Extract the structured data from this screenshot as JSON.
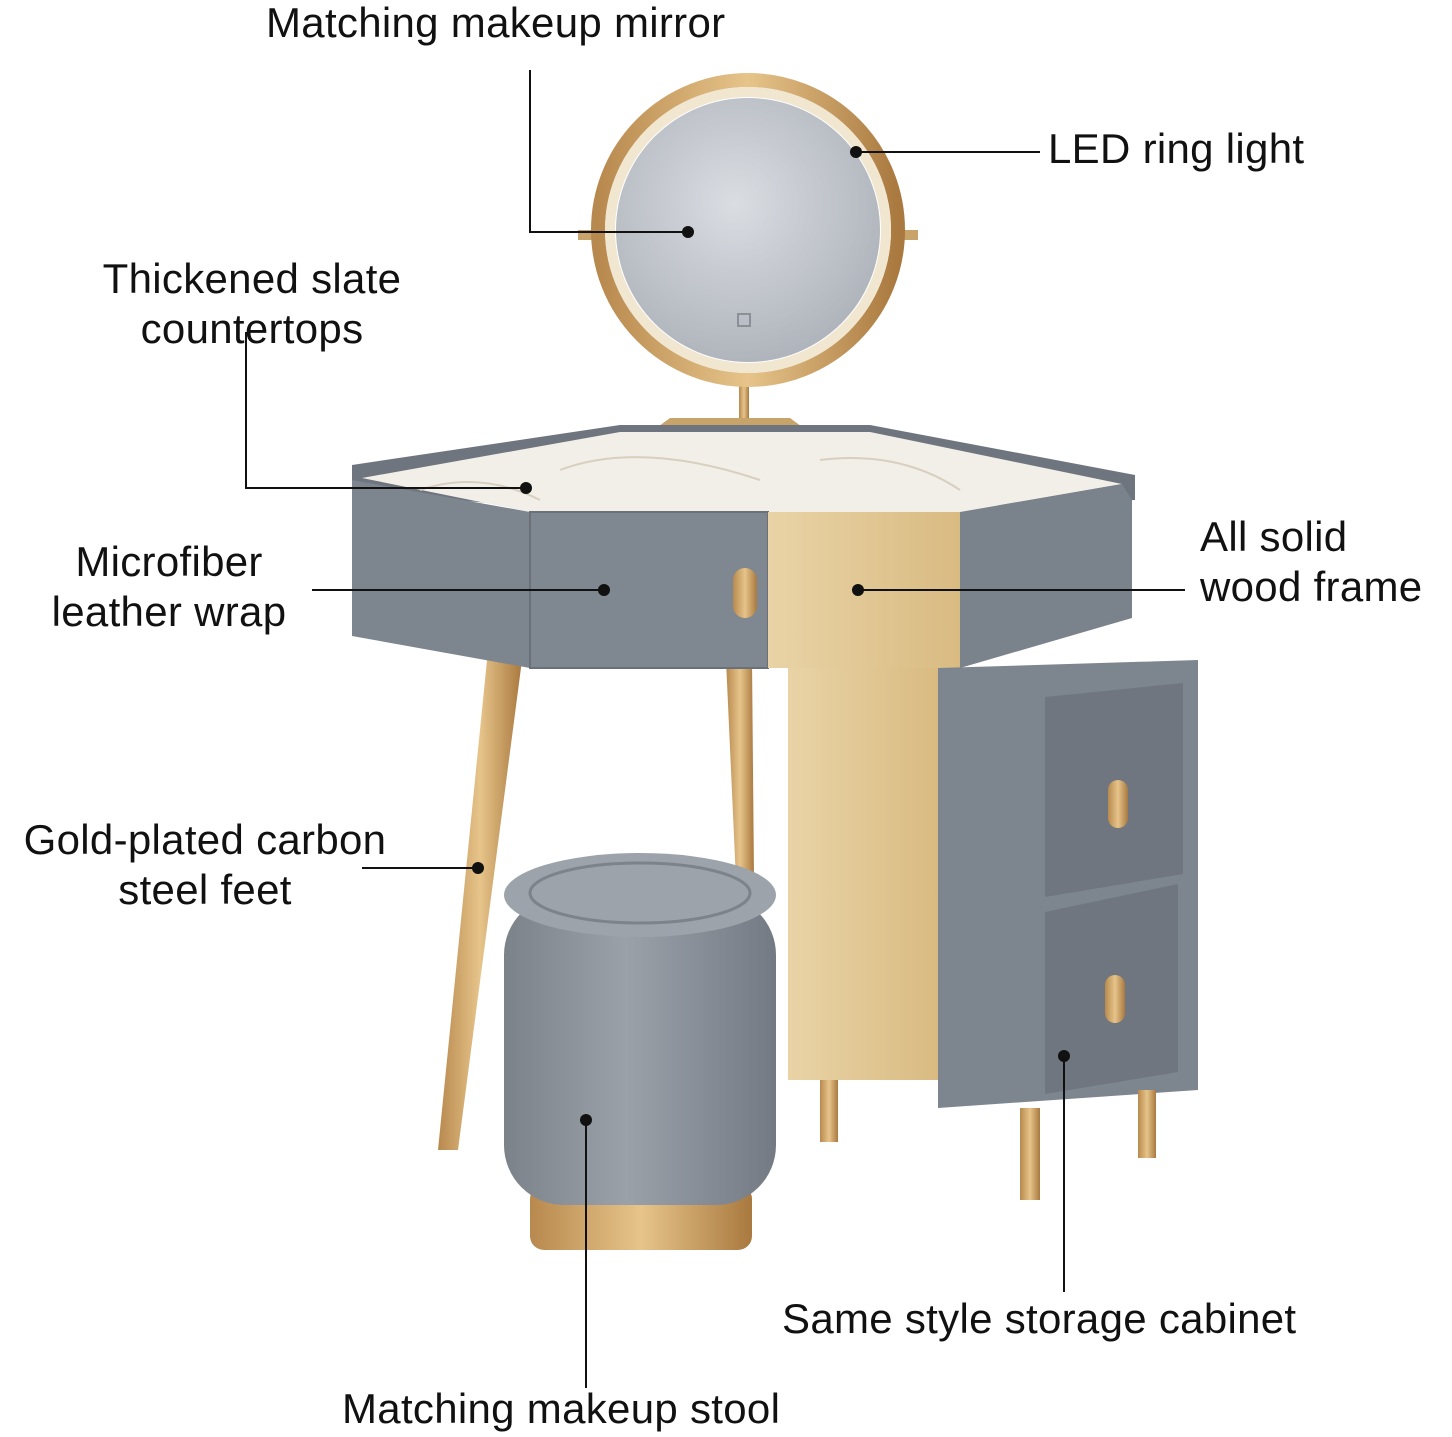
{
  "labels": {
    "mirror": "Matching makeup mirror",
    "led": "LED ring light",
    "slate": "Thickened slate\ncountertops",
    "leather": "Microfiber\nleather wrap",
    "wood": "All solid\nwood frame",
    "feet": "Gold-plated carbon\nsteel feet",
    "cabinet": "Same style storage cabinet",
    "stool": "Matching makeup stool"
  },
  "colors": {
    "gray_panel": "#7d858f",
    "gray_dark": "#6b727b",
    "marble": "#f2efe9",
    "wood": "#e6cd9c",
    "gold": "#c9a46a",
    "stool": "#8a9199",
    "leader": "#111111"
  }
}
